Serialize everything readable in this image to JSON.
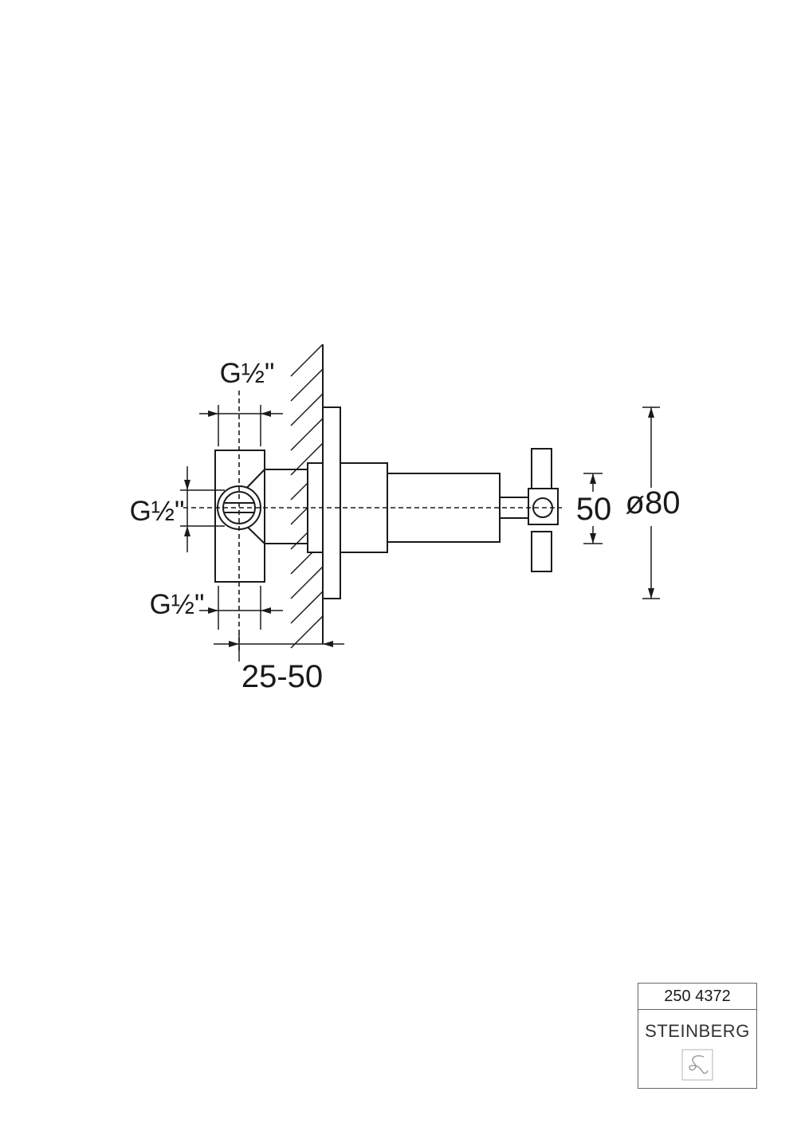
{
  "dimensions": {
    "thread_top": "G½\"",
    "thread_left": "G½\"",
    "thread_bottom": "G½\"",
    "install_depth": "25-50",
    "handle_size": "50",
    "rosette_diameter": "ø80"
  },
  "title_block": {
    "article_number": "250 4372",
    "brand": "STEINBERG",
    "logo_icon": "steinberg-logo-icon"
  }
}
